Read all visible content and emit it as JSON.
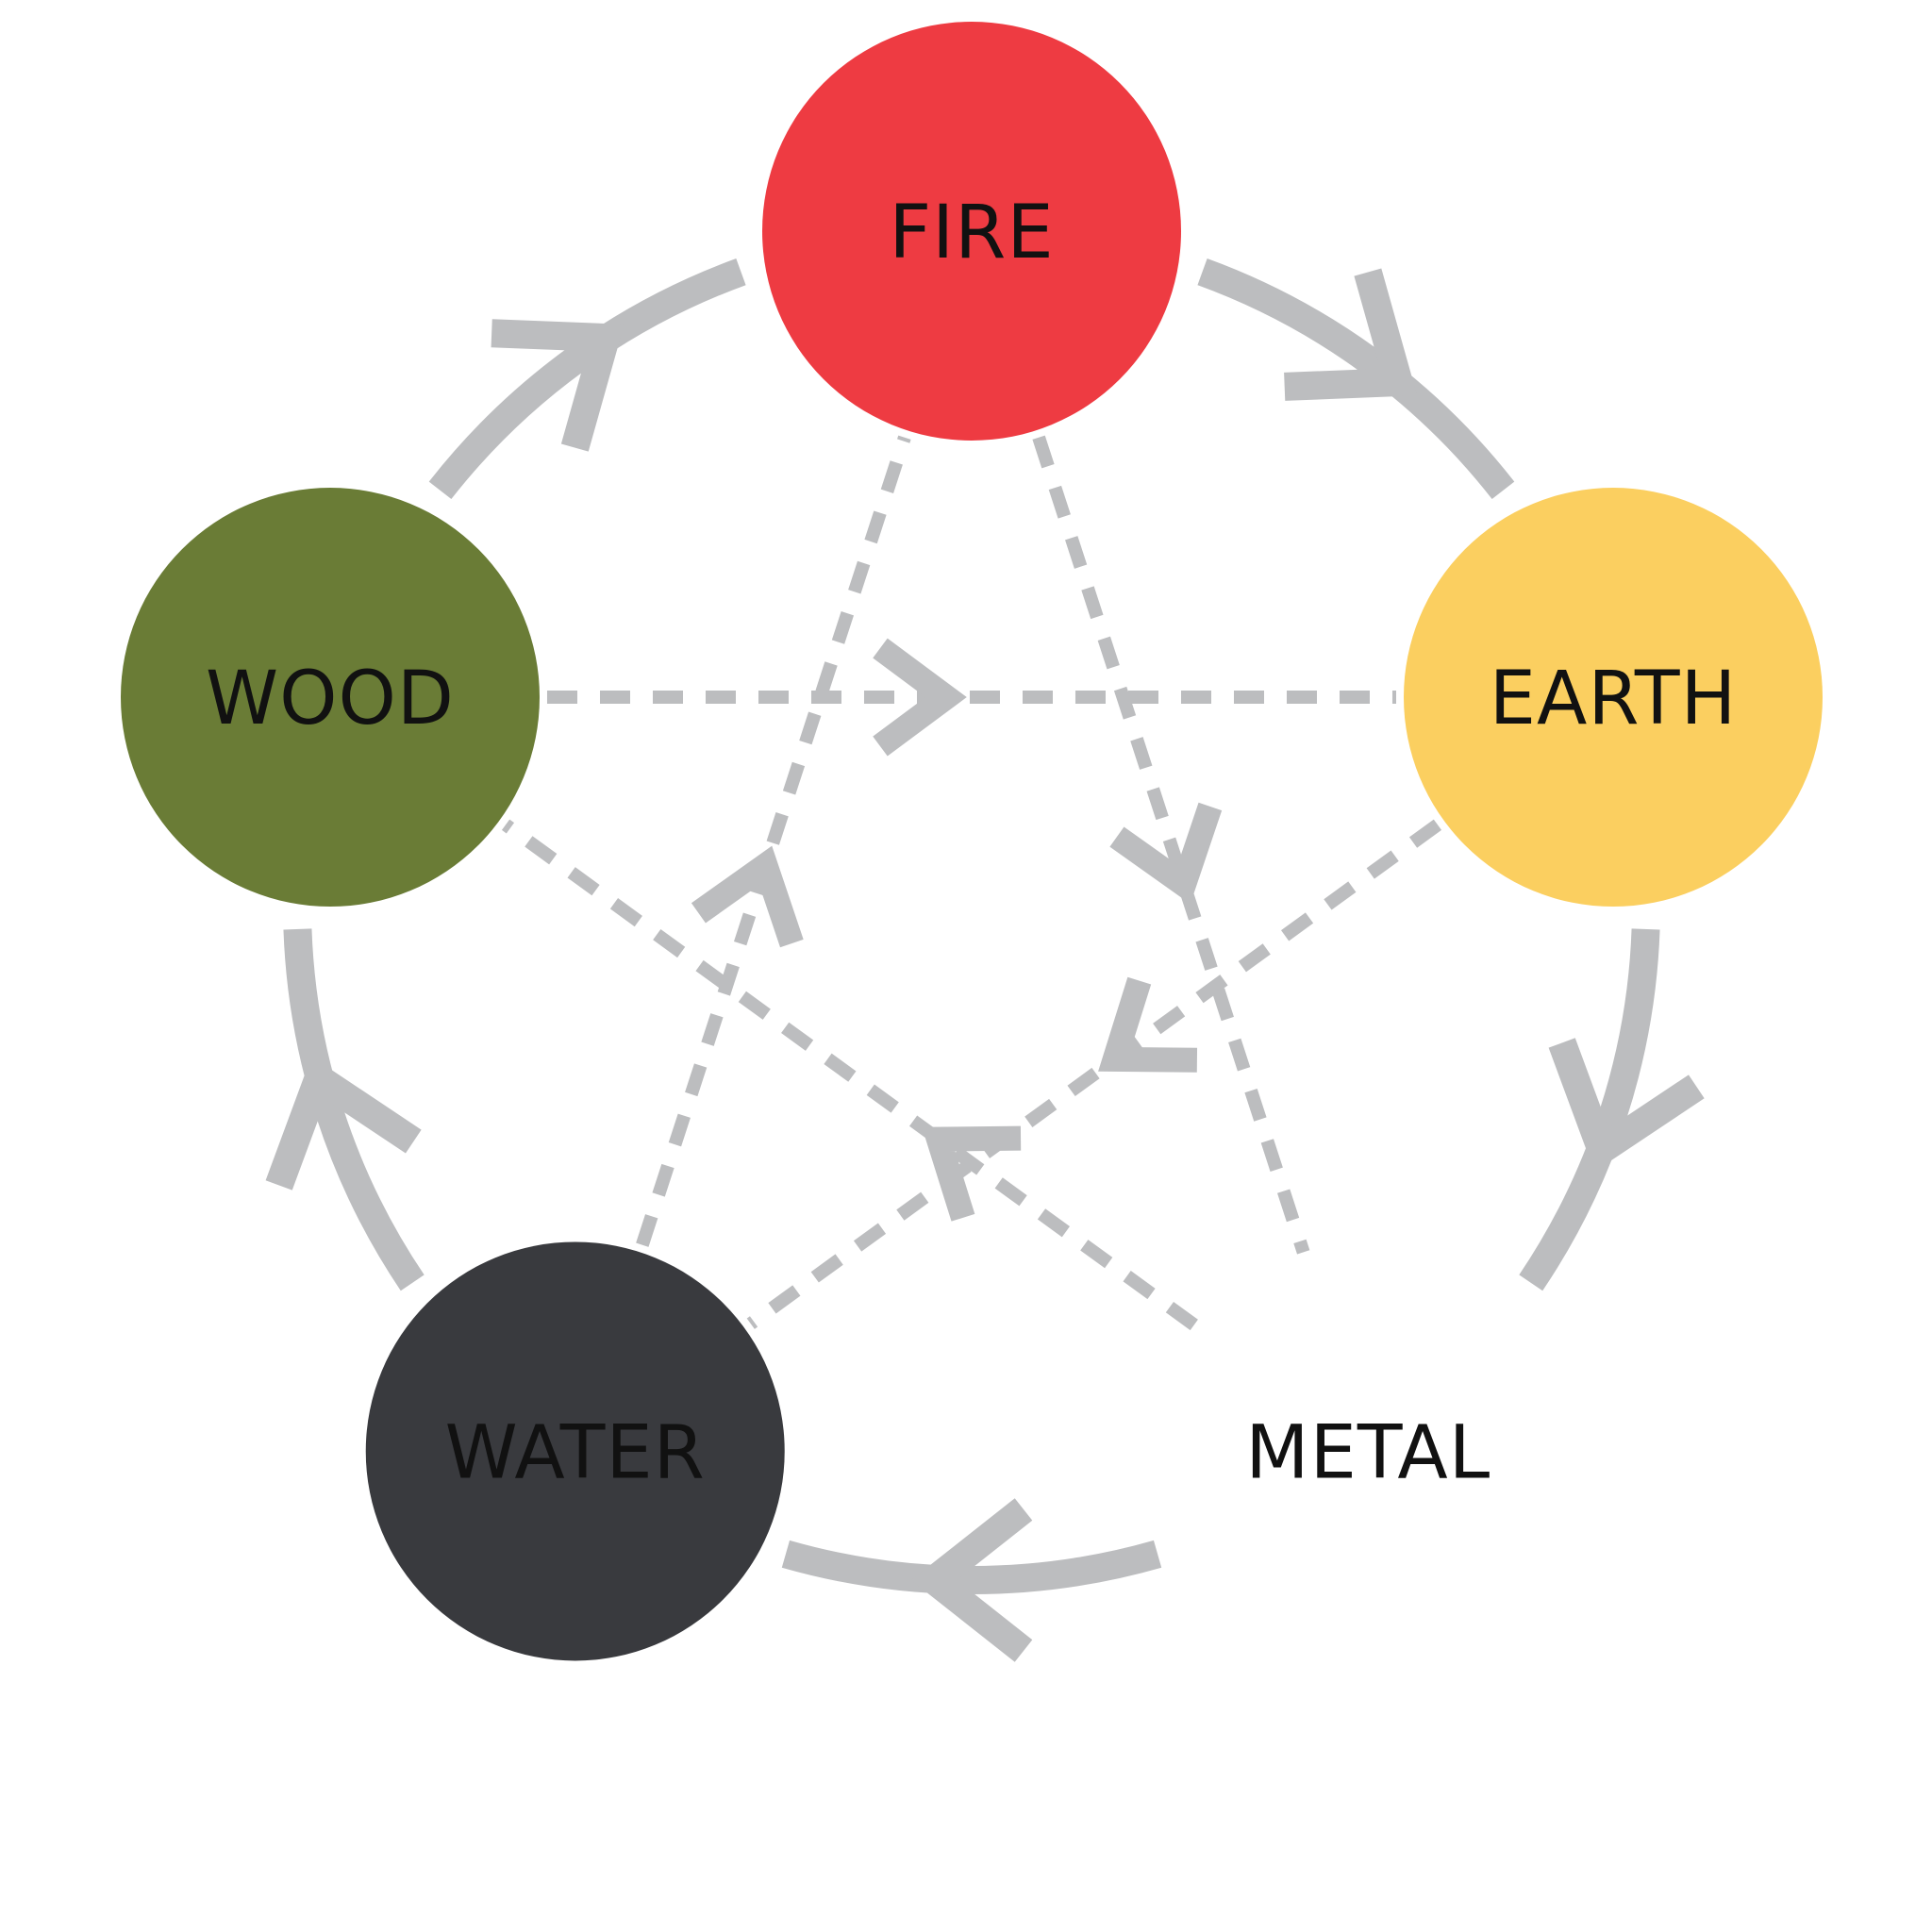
{
  "diagram": {
    "elements": [
      {
        "id": "fire",
        "label": "FIRE",
        "color": "#ee3b42",
        "label_color": "#111111"
      },
      {
        "id": "earth",
        "label": "EARTH",
        "color": "#fbcf60",
        "label_color": "#111111"
      },
      {
        "id": "metal",
        "label": "METAL",
        "color": "#ffffff",
        "label_color": "#111111"
      },
      {
        "id": "water",
        "label": "WATER",
        "color": "#393a3e",
        "label_color": "#111111"
      },
      {
        "id": "wood",
        "label": "WOOD",
        "color": "#6a7c36",
        "label_color": "#111111"
      }
    ],
    "generating_cycle": [
      {
        "from": "fire",
        "to": "earth"
      },
      {
        "from": "earth",
        "to": "metal"
      },
      {
        "from": "metal",
        "to": "water"
      },
      {
        "from": "water",
        "to": "wood"
      },
      {
        "from": "wood",
        "to": "fire"
      }
    ],
    "controlling_cycle": [
      {
        "from": "wood",
        "to": "earth"
      },
      {
        "from": "earth",
        "to": "water"
      },
      {
        "from": "water",
        "to": "fire"
      },
      {
        "from": "fire",
        "to": "metal"
      },
      {
        "from": "metal",
        "to": "wood"
      }
    ],
    "arrow_color": "#bcbdbf"
  }
}
